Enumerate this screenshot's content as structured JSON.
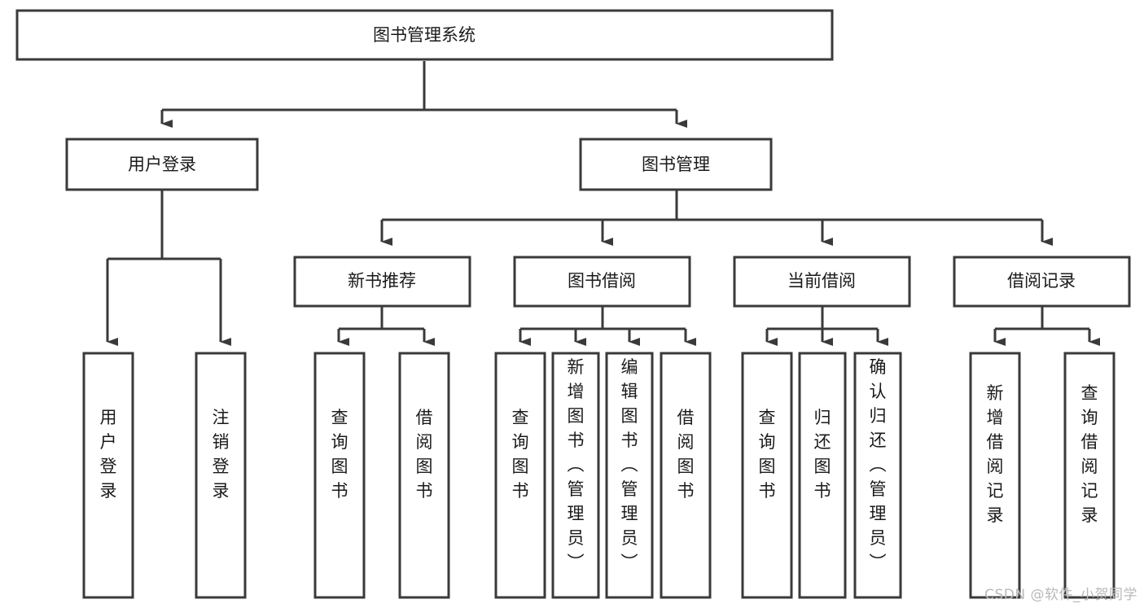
{
  "diagram": {
    "type": "tree",
    "title": "图书管理系统",
    "orientation": "top-down",
    "levels": 4,
    "root": {
      "id": "root",
      "label": "图书管理系统",
      "text_direction": "horizontal"
    },
    "level2": [
      {
        "id": "user-login",
        "label": "用户登录",
        "text_direction": "horizontal"
      },
      {
        "id": "book-manage",
        "label": "图书管理",
        "text_direction": "horizontal"
      }
    ],
    "level3": [
      {
        "id": "new-book-recommend",
        "label": "新书推荐",
        "parent": "book-manage",
        "text_direction": "horizontal"
      },
      {
        "id": "book-borrow",
        "label": "图书借阅",
        "parent": "book-manage",
        "text_direction": "horizontal"
      },
      {
        "id": "current-borrow",
        "label": "当前借阅",
        "parent": "book-manage",
        "text_direction": "horizontal"
      },
      {
        "id": "borrow-record",
        "label": "借阅记录",
        "parent": "book-manage",
        "text_direction": "horizontal"
      }
    ],
    "leaves": [
      {
        "id": "leaf-user-login",
        "label": "用户登录",
        "parent": "user-login",
        "text_direction": "vertical"
      },
      {
        "id": "leaf-logout",
        "label": "注销登录",
        "parent": "user-login",
        "text_direction": "vertical"
      },
      {
        "id": "leaf-query-book-1",
        "label": "查询图书",
        "parent": "new-book-recommend",
        "text_direction": "vertical"
      },
      {
        "id": "leaf-borrow-book-1",
        "label": "借阅图书",
        "parent": "new-book-recommend",
        "text_direction": "vertical"
      },
      {
        "id": "leaf-query-book-2",
        "label": "查询图书",
        "parent": "book-borrow",
        "text_direction": "vertical"
      },
      {
        "id": "leaf-add-book",
        "label": "新增图书（管理员）",
        "parent": "book-borrow",
        "text_direction": "vertical"
      },
      {
        "id": "leaf-edit-book",
        "label": "编辑图书（管理员）",
        "parent": "book-borrow",
        "text_direction": "vertical"
      },
      {
        "id": "leaf-borrow-book-2",
        "label": "借阅图书",
        "parent": "book-borrow",
        "text_direction": "vertical"
      },
      {
        "id": "leaf-query-book-3",
        "label": "查询图书",
        "parent": "current-borrow",
        "text_direction": "vertical"
      },
      {
        "id": "leaf-return-book",
        "label": "归还图书",
        "parent": "current-borrow",
        "text_direction": "vertical"
      },
      {
        "id": "leaf-confirm-return",
        "label": "确认归还（管理员）",
        "parent": "current-borrow",
        "text_direction": "vertical"
      },
      {
        "id": "leaf-add-record",
        "label": "新增借阅记录",
        "parent": "borrow-record",
        "text_direction": "vertical"
      },
      {
        "id": "leaf-query-record",
        "label": "查询借阅记录",
        "parent": "borrow-record",
        "text_direction": "vertical"
      }
    ],
    "colors": {
      "box_fill": "#ffffff",
      "box_stroke": "#3a3a3a",
      "text": "#1a1a1a",
      "connector": "#3a3a3a",
      "background": "#ffffff",
      "watermark": "#b9b9b9"
    }
  },
  "watermark": {
    "text": "CSDN @软件_小贺同学"
  }
}
